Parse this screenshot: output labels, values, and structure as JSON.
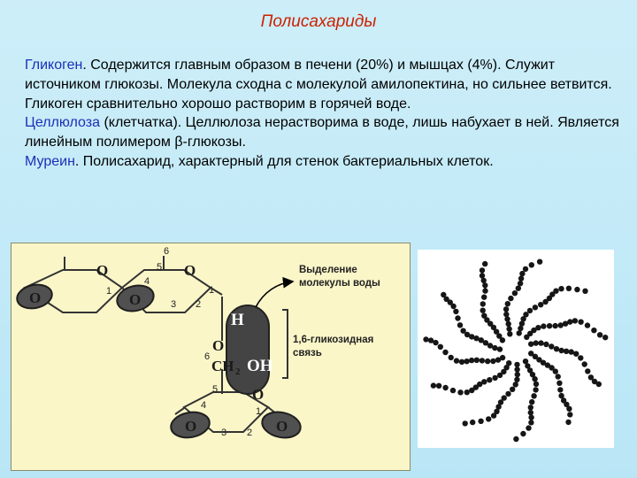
{
  "title": "Полисахариды",
  "paragraphs": {
    "glycogen": {
      "term": "Гликоген",
      "text": ". Содержится главным образом в печени (20%) и мышцах (4%). Служит источником глюкозы. Молекула сходна с молекулой амилопектина, но сильнее ветвится. Гликоген сравнительно хорошо растворим в горячей воде."
    },
    "cellulose": {
      "term": "Целлюлоза",
      "text": " (клетчатка). Целлюлоза нерастворима в воде, лишь набухает в ней. Является линейным полимером β-глюкозы."
    },
    "murein": {
      "term": "Муреин",
      "text": ". Полисахарид, характерный для стенок бактериальных клеток."
    }
  },
  "diagram": {
    "water_label_1": "Выделение",
    "water_label_2": "молекулы воды",
    "bond_label_1": "1,6-гликозидная",
    "bond_label_2": "связь",
    "ring_oxygen": "O",
    "bridge_oxygen": "O",
    "hydrogen": "H",
    "hydroxyl": "OH",
    "methylene": "CH",
    "methylene_sub": "2",
    "num_6": "6",
    "num_5": "5",
    "num_4": "4",
    "num_3": "3",
    "num_2": "2",
    "num_1": "1",
    "colors": {
      "background": "#fbf6c8",
      "bead": "#333333",
      "arrow": "#000000"
    }
  },
  "glycogen_molecule": {
    "colors": {
      "bead": "#161616",
      "background": "#ffffff"
    }
  }
}
